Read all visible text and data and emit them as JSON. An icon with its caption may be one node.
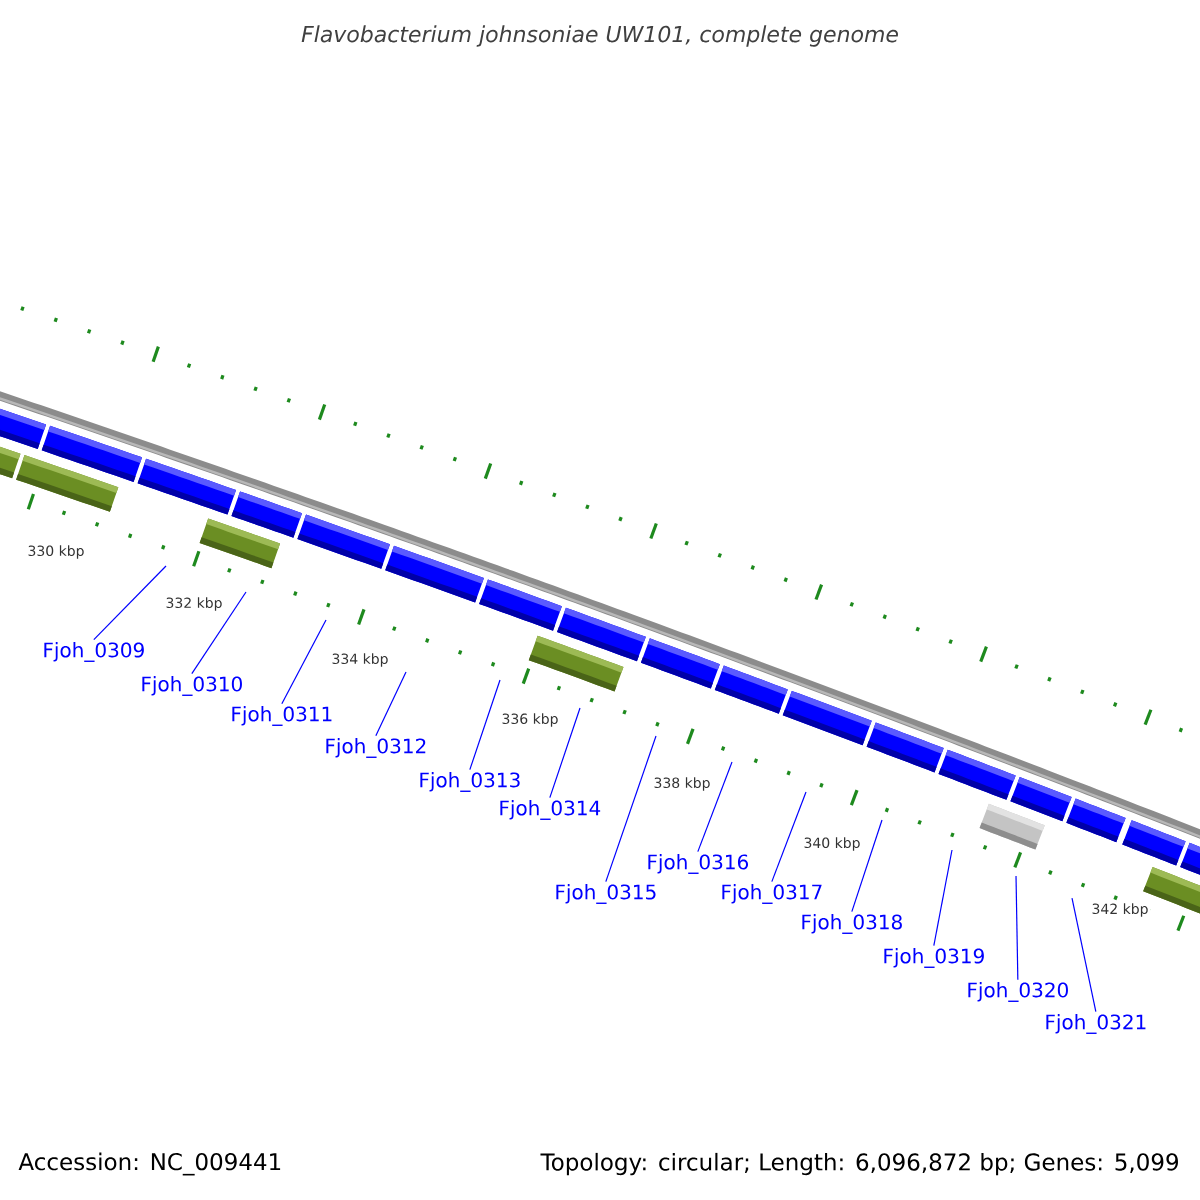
{
  "diagram": {
    "title": "Flavobacterium johnsoniae UW101, complete genome",
    "nodes": [
      {
        "text": [
          "Fjoh_0309"
        ]
      },
      {
        "text": [
          "Fjoh_0310"
        ]
      },
      {
        "text": [
          "Fjoh_0311"
        ]
      },
      {
        "text": [
          "Fjoh_0312"
        ]
      },
      {
        "text": [
          "Fjoh_0313"
        ]
      },
      {
        "text": [
          "Fjoh_0314"
        ]
      },
      {
        "text": [
          "Fjoh_0315"
        ]
      },
      {
        "text": [
          "Fjoh_0316"
        ]
      },
      {
        "text": [
          "Fjoh_0317"
        ]
      },
      {
        "text": [
          "Fjoh_0318"
        ]
      },
      {
        "text": [
          "Fjoh_0319"
        ]
      },
      {
        "text": [
          "Fjoh_0320"
        ]
      },
      {
        "text": [
          "Fjoh_0321"
        ]
      }
    ],
    "edges": [
      {
        "from": 0,
        "to": null,
        "arrow": "none"
      },
      {
        "from": 1,
        "to": null,
        "arrow": "none"
      },
      {
        "from": 2,
        "to": null,
        "arrow": "none"
      },
      {
        "from": 3,
        "to": null,
        "arrow": "none"
      },
      {
        "from": 4,
        "to": null,
        "arrow": "none"
      },
      {
        "from": 5,
        "to": null,
        "arrow": "none"
      },
      {
        "from": 6,
        "to": null,
        "arrow": "none"
      },
      {
        "from": 7,
        "to": null,
        "arrow": "none"
      },
      {
        "from": 8,
        "to": null,
        "arrow": "none"
      },
      {
        "from": 9,
        "to": null,
        "arrow": "none"
      },
      {
        "from": 10,
        "to": null,
        "arrow": "none"
      },
      {
        "from": 11,
        "to": null,
        "arrow": "none"
      },
      {
        "from": 12,
        "to": null,
        "arrow": "none"
      }
    ],
    "labels": [
      "330 kbp",
      "332 kbp",
      "334 kbp",
      "336 kbp",
      "338 kbp",
      "340 kbp",
      "342 kbp",
      "Accession: NC_009441",
      "Topology: circular; Length: 6,096,872 bp; Genes: 5,099"
    ]
  }
}
